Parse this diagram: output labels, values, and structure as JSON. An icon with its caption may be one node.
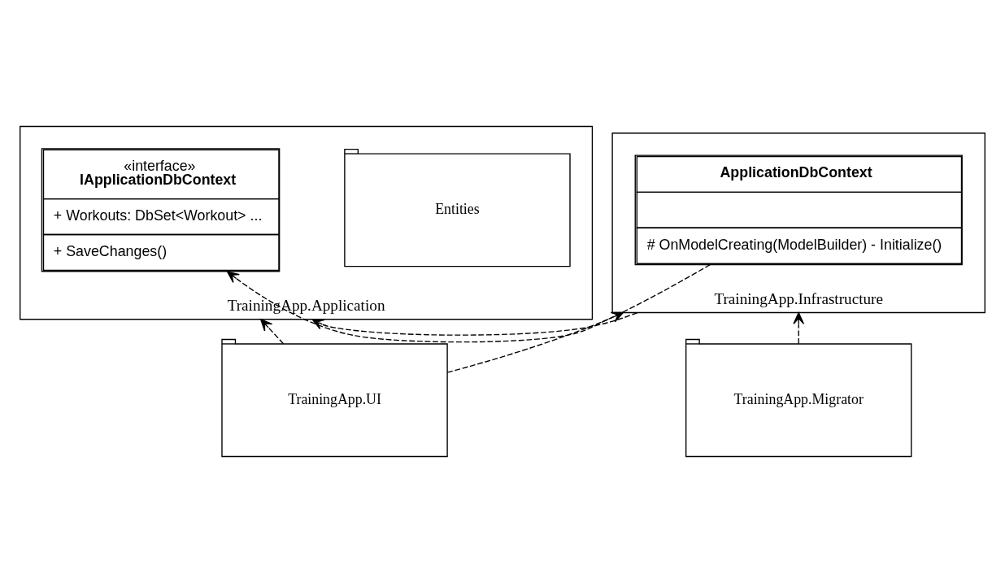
{
  "diagram": {
    "nodes": [
      {
        "text": [
          "TrainingApp.Application"
        ]
      },
      {
        "text": [
          "Entities"
        ],
        "in": 0
      },
      {
        "text": [
          "«interface»",
          "IApplicationDbContext",
          "+ Workouts: DbSet<Workout> ...",
          "+ SaveChanges()"
        ],
        "in": 0
      },
      {
        "text": [
          "TrainingApp.Infrastructure"
        ]
      },
      {
        "text": [
          "ApplicationDbContext",
          "# OnModelCreating(ModelBuilder) - Initialize()"
        ],
        "in": 3
      },
      {
        "text": [
          "TrainingApp.UI"
        ]
      },
      {
        "text": [
          "TrainingApp.Migrator"
        ]
      }
    ],
    "edges": [
      {
        "from": 3,
        "to": 0,
        "arrow": "to",
        "style": "dashed"
      },
      {
        "from": 4,
        "to": 2,
        "arrow": "to",
        "style": "dashed"
      },
      {
        "from": 5,
        "to": 0,
        "arrow": "to",
        "style": "dashed"
      },
      {
        "from": 5,
        "to": 3,
        "arrow": "to",
        "style": "dashed"
      },
      {
        "from": 6,
        "to": 3,
        "arrow": "to",
        "style": "dashed"
      }
    ]
  }
}
